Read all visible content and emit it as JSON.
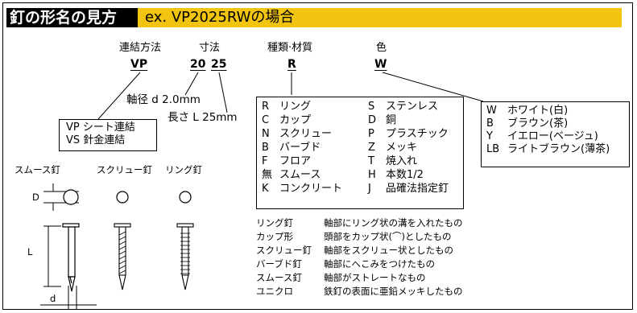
{
  "title": {
    "main": "釘の形名の見方",
    "example": "ex. VP2025RWの場合"
  },
  "headers": {
    "connection": "連結方法",
    "size": "寸法",
    "type_material": "種類·材質",
    "color": "色"
  },
  "codes": {
    "vp": "VP",
    "d20": "20",
    "l25": "25",
    "r": "R",
    "w": "W"
  },
  "size_notes": {
    "diameter": "軸径 d 2.0mm",
    "length": "長さ L 25mm"
  },
  "connection_box": [
    "VP シート連結",
    "VS 針金連結"
  ],
  "type_box": [
    {
      "code": "R",
      "label": "リング"
    },
    {
      "code": "S",
      "label": "ステンレス"
    },
    {
      "code": "C",
      "label": "カップ"
    },
    {
      "code": "D",
      "label": "銅"
    },
    {
      "code": "N",
      "label": "スクリュー"
    },
    {
      "code": "P",
      "label": "プラスチック"
    },
    {
      "code": "B",
      "label": "バーブド"
    },
    {
      "code": "Z",
      "label": "メッキ"
    },
    {
      "code": "F",
      "label": "フロア"
    },
    {
      "code": "T",
      "label": "焼入れ"
    },
    {
      "code": "無",
      "label": "スムース"
    },
    {
      "code": "H",
      "label": "本数1/2"
    },
    {
      "code": "K",
      "label": "コンクリート"
    },
    {
      "code": "J",
      "label": "品確法指定釘"
    }
  ],
  "color_box": [
    {
      "code": "W",
      "label": "ホワイト(白)"
    },
    {
      "code": "B",
      "label": "ブラウン(茶)"
    },
    {
      "code": "Y",
      "label": "イエロー(ベージュ)"
    },
    {
      "code": "LB",
      "label": "ライトブラウン(薄茶)"
    }
  ],
  "nail_types": [
    "スムース釘",
    "スクリュー釘",
    "リング釘"
  ],
  "dimension_labels": {
    "D": "D",
    "L": "L",
    "d": "d"
  },
  "descriptions": [
    {
      "term": "リング釘",
      "text": "軸部にリング状の溝を入れたもの"
    },
    {
      "term": "カップ形",
      "text": "頭部をカップ状(⌒)としたもの"
    },
    {
      "term": "スクリュー釘",
      "text": "軸部をスクリュー状としたもの"
    },
    {
      "term": "バーブド釘",
      "text": "軸部にへこみをつけたもの"
    },
    {
      "term": "スムース釘",
      "text": "軸部がストレートなもの"
    },
    {
      "term": "ユニクロ",
      "text": "鉄釘の表面に亜鉛メッキしたもの"
    }
  ],
  "colors": {
    "title_accent": "#f1c40f",
    "title_bg": "#000000"
  }
}
